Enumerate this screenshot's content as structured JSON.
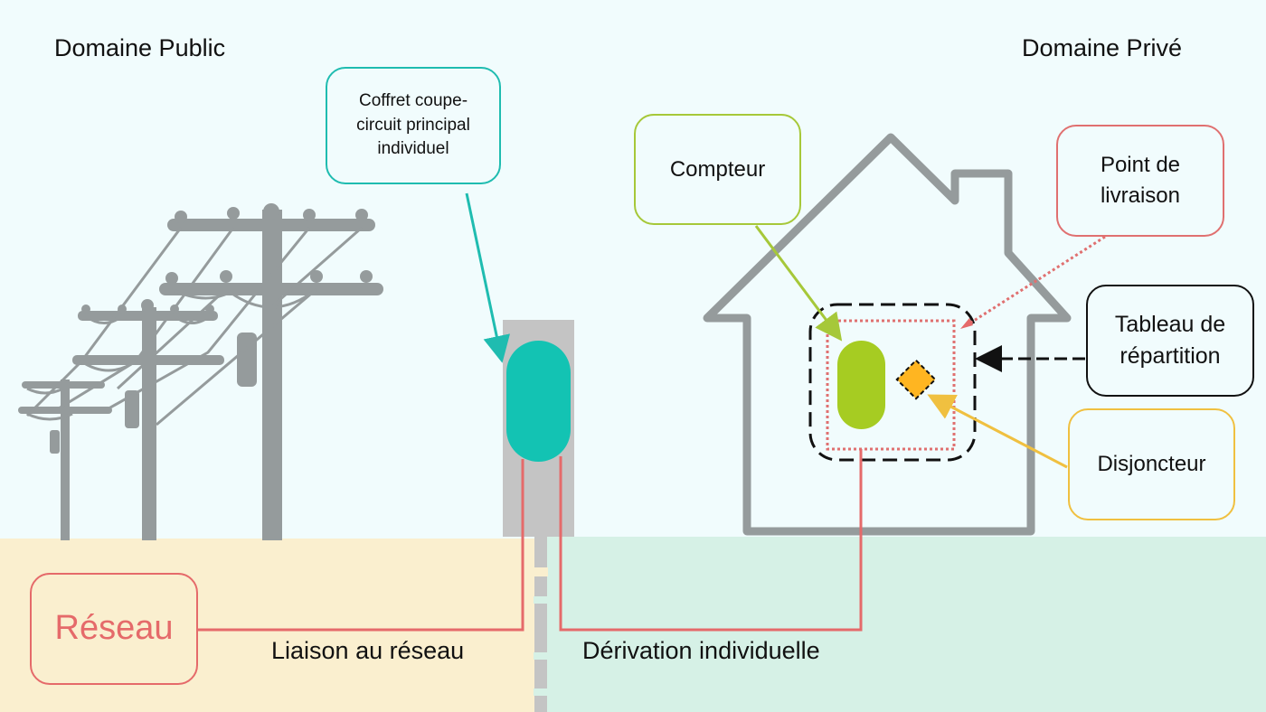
{
  "zones": {
    "public": {
      "title": "Domaine Public",
      "ground_color": "#faefcf"
    },
    "private": {
      "title": "Domaine Privé",
      "ground_color": "#d6f1e6"
    },
    "sky_color": "#f1fcfd"
  },
  "callouts": {
    "coffret": {
      "label": "Coffret coupe-\ncircuit principal\nindividuel",
      "color": "#1fbcb0"
    },
    "compteur": {
      "label": "Compteur",
      "color": "#a6c839"
    },
    "point_livraison": {
      "label": "Point de\nlivraison",
      "color": "#e07070"
    },
    "tableau": {
      "label": "Tableau de\nrépartition",
      "color": "#111111"
    },
    "disjoncteur": {
      "label": "Disjoncteur",
      "color": "#f0c040"
    },
    "reseau": {
      "label": "Réseau",
      "color": "#e56a6a"
    }
  },
  "links": {
    "liaison": "Liaison au réseau",
    "derivation": "Dérivation individuelle"
  },
  "colors": {
    "structure_gray": "#959b9c",
    "coffret_fill": "#13c3b3",
    "coffret_housing": "#c4c4c4",
    "meter_fill": "#a6cc22",
    "breaker_fill": "#ffb521",
    "cable": "#e56a6a"
  }
}
